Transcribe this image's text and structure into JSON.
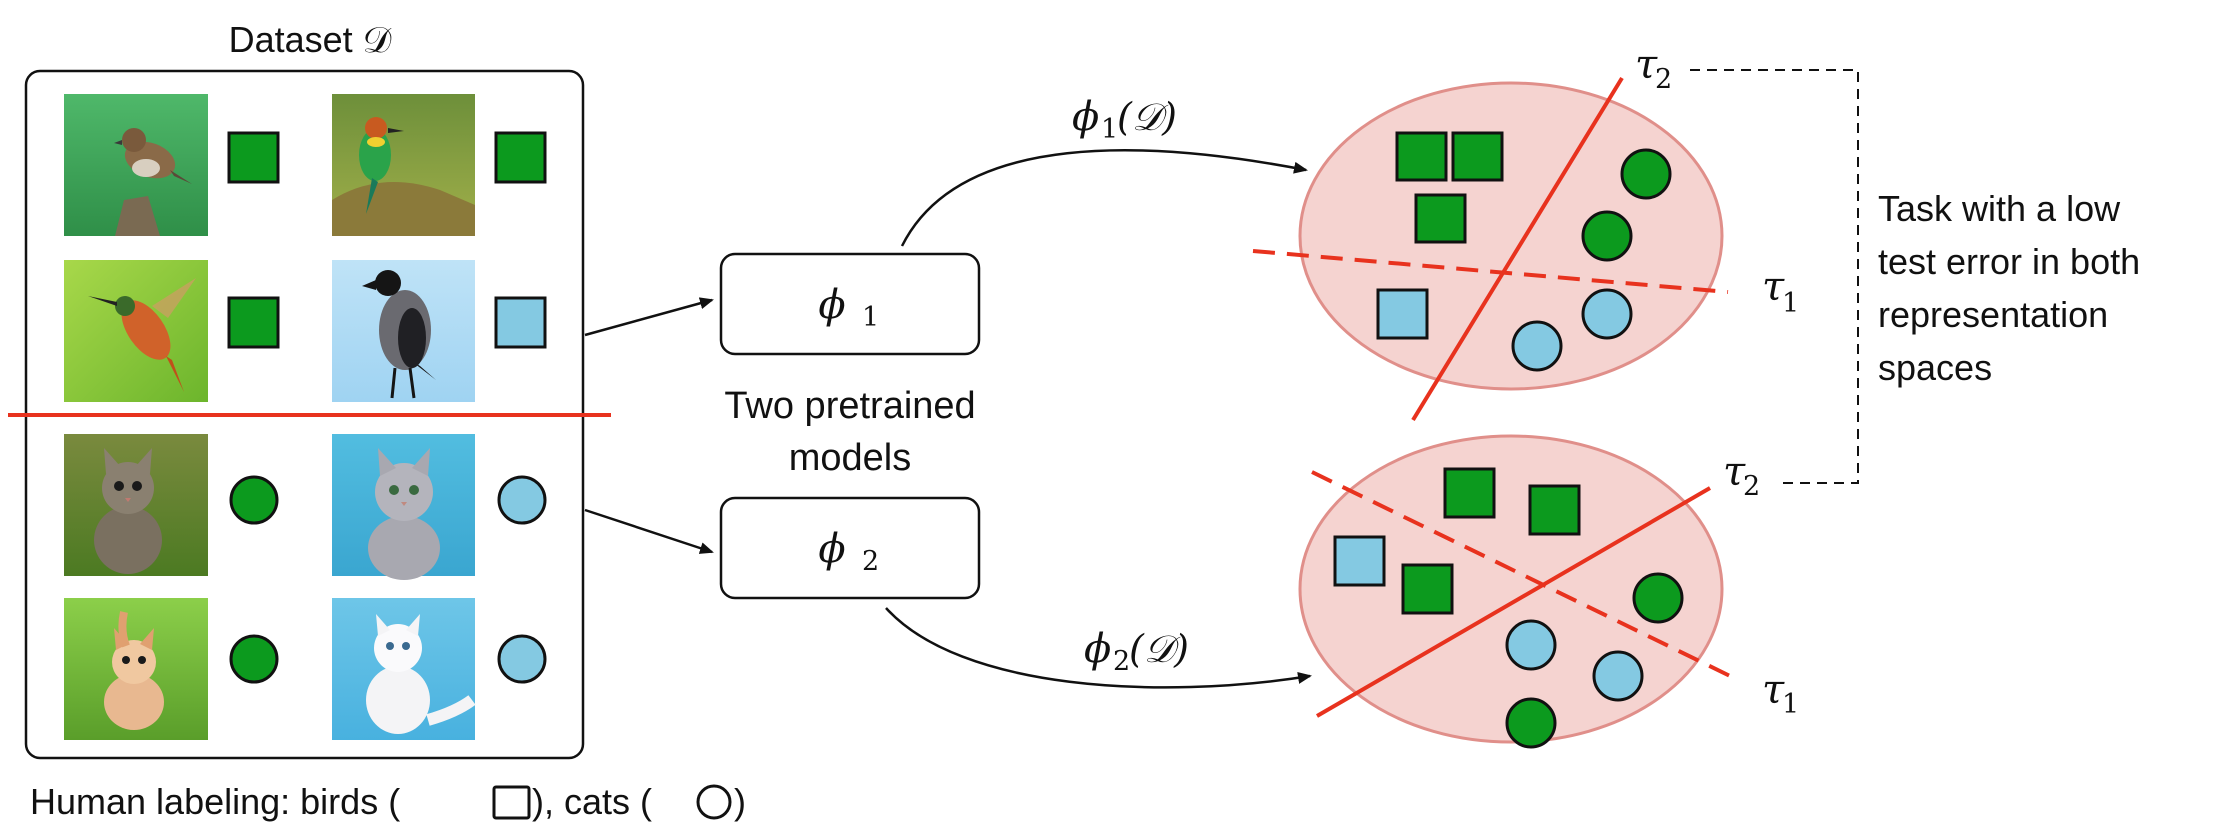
{
  "dataset": {
    "title": "Dataset 𝒟",
    "images": [
      {
        "name": "sparrow",
        "label_shape": "square",
        "label_color": "green"
      },
      {
        "name": "bee-eater",
        "label_shape": "square",
        "label_color": "green"
      },
      {
        "name": "hummingbird",
        "label_shape": "square",
        "label_color": "green"
      },
      {
        "name": "crow",
        "label_shape": "square",
        "label_color": "lightblue"
      },
      {
        "name": "tabby-kitten",
        "label_shape": "circle",
        "label_color": "green"
      },
      {
        "name": "grey-cat",
        "label_shape": "circle",
        "label_color": "lightblue"
      },
      {
        "name": "ginger-kitten",
        "label_shape": "circle",
        "label_color": "green"
      },
      {
        "name": "white-kitten",
        "label_shape": "circle",
        "label_color": "lightblue"
      }
    ]
  },
  "legend": {
    "prefix": "Human labeling: birds (",
    "middle": "), cats (",
    "suffix": ")"
  },
  "models": {
    "phi1": "ϕ",
    "phi1_sub": "1",
    "phi2": "ϕ",
    "phi2_sub": "2",
    "caption_line1": "Two pretrained",
    "caption_line2": "models"
  },
  "arrows": {
    "top_label": "ϕ",
    "top_sub": "1",
    "top_arg": "(𝒟)",
    "bottom_label": "ϕ",
    "bottom_sub": "2",
    "bottom_arg": "(𝒟)"
  },
  "tasks": {
    "tau": "τ",
    "sub1": "1",
    "sub2": "2"
  },
  "annotation": {
    "lines": [
      "Task with a low",
      "test error in both",
      "representation",
      "spaces"
    ]
  },
  "colors": {
    "green": "#0c9a1e",
    "lightblue": "#84c9e2",
    "ellipse_fill": "#f5d3d0",
    "ellipse_stroke": "#e08f8a",
    "red": "#e8321e",
    "frame": "#111111"
  }
}
